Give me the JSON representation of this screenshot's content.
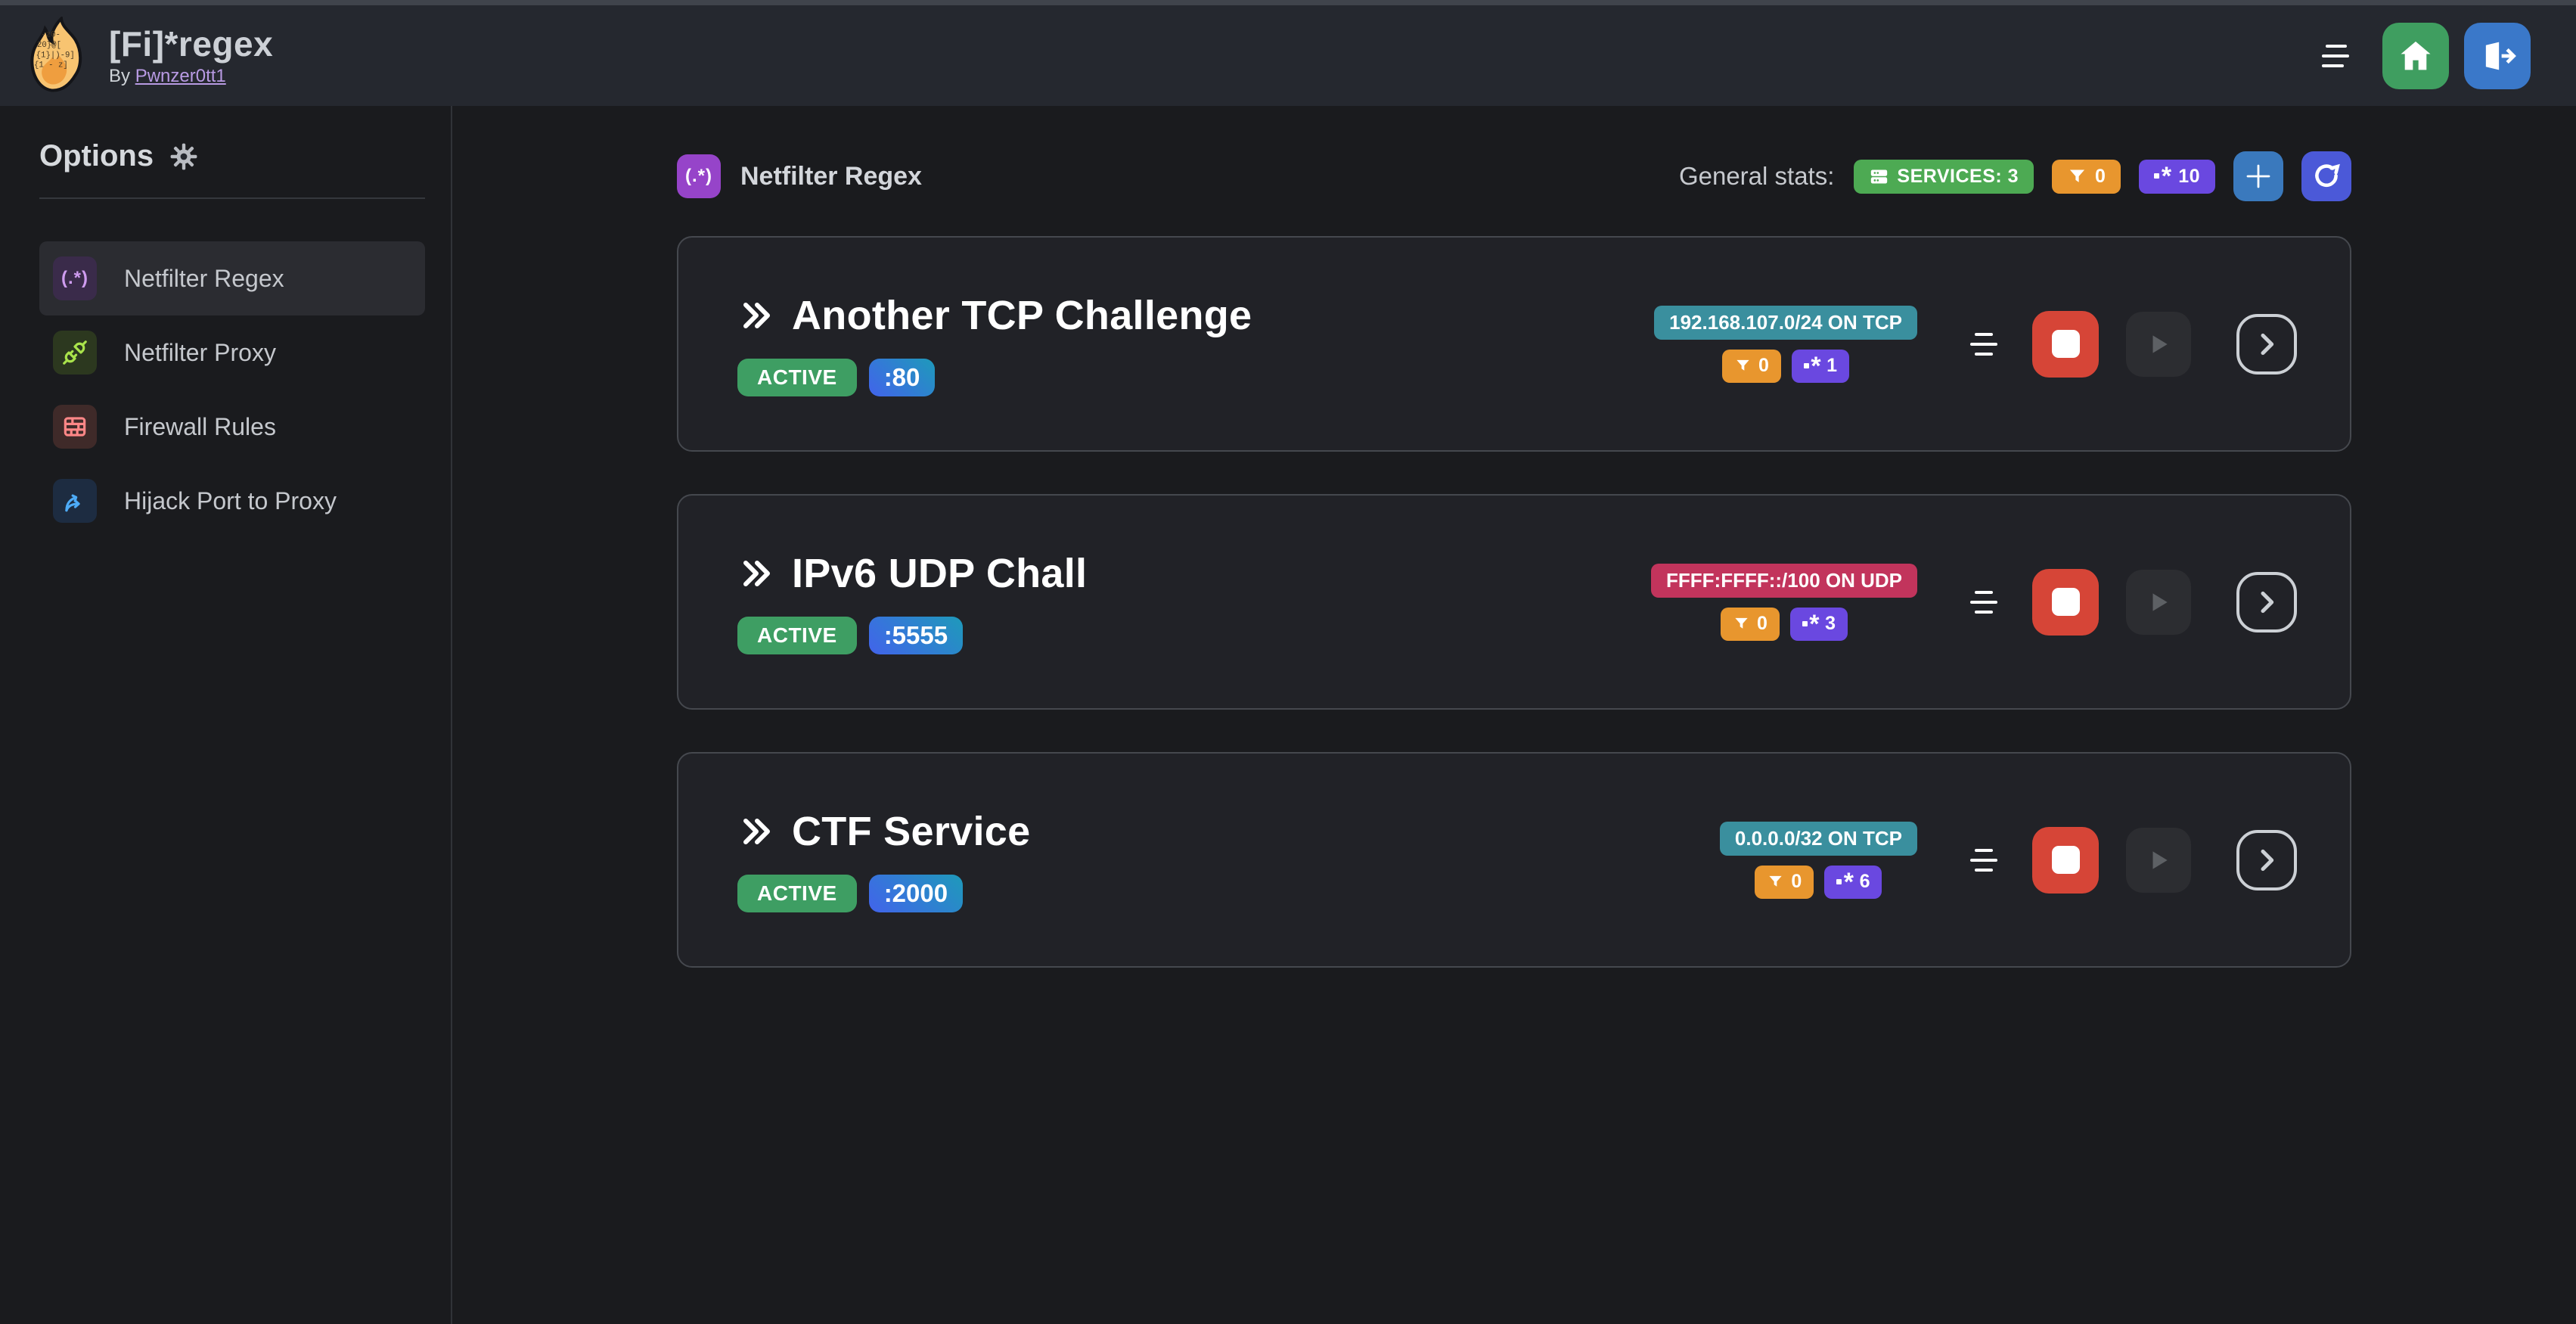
{
  "app": {
    "title": "[Fi]*regex",
    "byline_prefix": "By",
    "author_link": "Pwnzer0tt1"
  },
  "sidebar": {
    "heading": "Options",
    "heading_icon": "gear-icon",
    "items": [
      {
        "label": "Netfilter Regex",
        "icon": "regex-icon",
        "icon_text": "(.*)",
        "icon_color": "#cf9cf0",
        "active": true
      },
      {
        "label": "Netfilter Proxy",
        "icon": "plug-icon",
        "icon_color": "#a9e34b",
        "active": false
      },
      {
        "label": "Firewall Rules",
        "icon": "firewall-icon",
        "icon_color": "#ff8787",
        "active": false
      },
      {
        "label": "Hijack Port to Proxy",
        "icon": "split-arrows-icon",
        "icon_color": "#4dabf7",
        "active": false
      }
    ]
  },
  "main": {
    "section_icon_text": "(.*)",
    "section_title": "Netfilter Regex",
    "stats_label": "General stats:",
    "stats": {
      "services": "SERVICES: 3",
      "filter_count": "0",
      "regex_count": "10"
    },
    "services": [
      {
        "title": "Another TCP Challenge",
        "status": "ACTIVE",
        "port": ":80",
        "target": "192.168.107.0/24 ON TCP",
        "target_color": "teal",
        "filter_count": "0",
        "regex_count": "1"
      },
      {
        "title": "IPv6 UDP Chall",
        "status": "ACTIVE",
        "port": ":5555",
        "target": "FFFF:FFFF::/100 ON UDP",
        "target_color": "pink",
        "filter_count": "0",
        "regex_count": "3"
      },
      {
        "title": "CTF Service",
        "status": "ACTIVE",
        "port": ":2000",
        "target": "0.0.0.0/32 ON TCP",
        "target_color": "teal",
        "filter_count": "0",
        "regex_count": "6"
      }
    ]
  },
  "colors": {
    "page_bg": "#1a1b1e",
    "header_bg": "#25282f",
    "card_bg": "#212227",
    "card_border": "#45484e",
    "active_badge": "#3e9e63",
    "port_gradient_from": "#4263eb",
    "port_gradient_to": "#1e9aba",
    "services_badge": "#4daa53",
    "filter_badge": "#e8962e",
    "regex_badge": "#6a48e0",
    "target_teal": "#3a8f9e",
    "target_pink": "#c2345c",
    "stop_button": "#d64537",
    "add_button": "#3a79bd",
    "refresh_button": "#4b59d8",
    "home_button": "#3f9e60",
    "logout_button": "#3a78c9",
    "brand_purple": "#9644c9"
  }
}
